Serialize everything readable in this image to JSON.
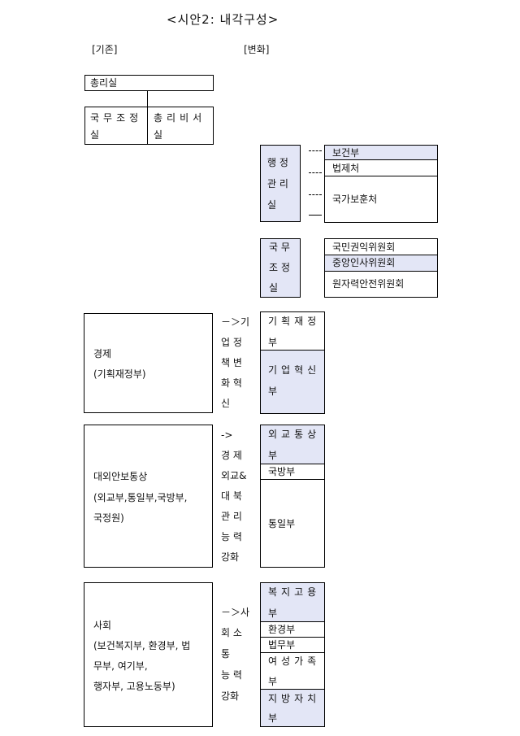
{
  "title": "<시안2: 내각구성>",
  "col_before": "[기존]",
  "col_after": "[변화]",
  "before": {
    "pm_office": "총리실",
    "coordination_office": [
      "국무조정",
      "실"
    ],
    "pm_secretariat": [
      "총리비서",
      "실"
    ]
  },
  "admin_office": {
    "label": [
      "행 정",
      "관 리",
      "실"
    ],
    "items": [
      "보건부",
      "법제처",
      "국가보훈처"
    ]
  },
  "coord_office": {
    "label": [
      "국 무",
      "조 정",
      "실"
    ],
    "items": [
      "국민권익위원회",
      "중앙인사위원회",
      "원자력안전위원회"
    ]
  },
  "economy": {
    "before": [
      "경제",
      "(기획재정부)"
    ],
    "change": [
      "－＞기",
      "업 정",
      "책 변",
      "화 혁",
      "신"
    ],
    "after": [
      [
        "기획재정",
        "부"
      ],
      [
        "기업혁신",
        "부"
      ]
    ]
  },
  "foreign": {
    "before": [
      "대외안보통상",
      "(외교부,통일부,국방부,",
      "국정원)"
    ],
    "change": [
      "->",
      "경 제",
      "외교&",
      "대 북",
      "관 리",
      "능 력",
      "강화"
    ],
    "after": [
      [
        "외교통상",
        "부"
      ],
      [
        "국방부"
      ],
      [
        "통일부"
      ]
    ]
  },
  "social": {
    "before": [
      "사회",
      "(보건복지부, 환경부, 법",
      "무부, 여기부,",
      "행자부, 고용노동부)"
    ],
    "change": [
      "－＞사",
      "회 소",
      "통",
      "능 력",
      "강화"
    ],
    "after": [
      [
        "복지고용",
        "부"
      ],
      [
        "환경부"
      ],
      [
        "법무부"
      ],
      [
        "여성가족",
        "부"
      ],
      [
        "지방자치",
        "부"
      ]
    ]
  },
  "colors": {
    "highlight": "#e3e6f6",
    "line": "#000000"
  }
}
